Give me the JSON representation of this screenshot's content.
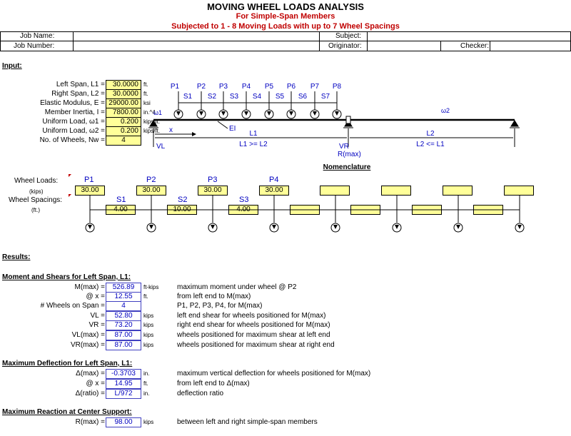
{
  "header": {
    "title": "MOVING WHEEL LOADS ANALYSIS",
    "subtitle1": "For Simple-Span Members",
    "subtitle2": "Subjected to 1 - 8 Moving Loads with up to 7 Wheel Spacings",
    "job_name_label": "Job Name:",
    "subject_label": "Subject:",
    "job_number_label": "Job Number:",
    "originator_label": "Originator:",
    "checker_label": "Checker:"
  },
  "input": {
    "heading": "Input:",
    "rows": [
      {
        "label": "Left Span, L1 =",
        "value": "30.0000",
        "unit": "ft."
      },
      {
        "label": "Right Span, L2 =",
        "value": "30.0000",
        "unit": "ft."
      },
      {
        "label": "Elastic Modulus, E =",
        "value": "29000.00",
        "unit": "ksi"
      },
      {
        "label": "Member Inertia, I =",
        "value": "7800.00",
        "unit": "in.^4"
      },
      {
        "label": "Uniform Load, ω1 =",
        "value": "0.200",
        "unit": "kips/ft."
      },
      {
        "label": "Uniform Load, ω2 =",
        "value": "0.200",
        "unit": "kips/ft."
      },
      {
        "label": "No. of Wheels, Nw =",
        "value": "4",
        "unit": ""
      }
    ]
  },
  "diagram": {
    "wheel_labels": [
      "P1",
      "P2",
      "P3",
      "P4",
      "P5",
      "P6",
      "P7",
      "P8"
    ],
    "spacing_labels": [
      "S1",
      "S2",
      "S3",
      "S4",
      "S5",
      "S6",
      "S7"
    ],
    "w1": "ω1",
    "w2": "ω2",
    "x": "x",
    "ei": "EI",
    "l1": "L1",
    "l2": "L2",
    "vl": "VL",
    "vr": "VR",
    "rmax": "R(max)",
    "l1_cond": "L1 >= L2",
    "l2_cond": "L2 <= L1",
    "nomenclature": "Nomenclature"
  },
  "wheels": {
    "loads_label": "Wheel Loads:",
    "loads_unit": "(kips)",
    "spacings_label": "Wheel Spacings:",
    "spacings_unit": "(ft.)",
    "load_names": [
      "P1",
      "P2",
      "P3",
      "P4"
    ],
    "load_values": [
      "30.00",
      "30.00",
      "30.00",
      "30.00"
    ],
    "spacing_names": [
      "S1",
      "S2",
      "S3"
    ],
    "spacing_values": [
      "4.00",
      "10.00",
      "4.00"
    ]
  },
  "results": {
    "heading": "Results:",
    "moment_heading": "Moment and Shears for Left Span, L1:",
    "moment_rows": [
      {
        "label": "M(max) =",
        "value": "526.89",
        "unit": "ft-kips",
        "desc": "maximum moment under wheel @ P2"
      },
      {
        "label": "@ x =",
        "value": "12.55",
        "unit": "ft.",
        "desc": "from left end to M(max)"
      },
      {
        "label": "# Wheels on Span =",
        "value": "4",
        "unit": "",
        "desc": "P1, P2, P3, P4,  for M(max)"
      },
      {
        "label": "VL =",
        "value": "52.80",
        "unit": "kips",
        "desc": "left end shear for wheels positioned for M(max)"
      },
      {
        "label": "VR =",
        "value": "73.20",
        "unit": "kips",
        "desc": "right end shear for wheels positioned for M(max)"
      },
      {
        "label": "VL(max) =",
        "value": "87.00",
        "unit": "kips",
        "desc": "wheels positioned for maximum shear at left end"
      },
      {
        "label": "VR(max) =",
        "value": "87.00",
        "unit": "kips",
        "desc": "wheels positioned for maximum shear at right end"
      }
    ],
    "deflection_heading": "Maximum Deflection for Left Span, L1:",
    "deflection_rows": [
      {
        "label": "Δ(max) =",
        "value": "-0.3703",
        "unit": "in.",
        "desc": "maximum vertical deflection for wheels positioned for M(max)"
      },
      {
        "label": "@ x =",
        "value": "14.95",
        "unit": "ft.",
        "desc": "from left end to Δ(max)"
      },
      {
        "label": "Δ(ratio) =",
        "value": "L/972",
        "unit": "in.",
        "desc": "deflection ratio"
      }
    ],
    "reaction_heading": "Maximum Reaction at Center Support:",
    "reaction_rows": [
      {
        "label": "R(max) =",
        "value": "98.00",
        "unit": "kips",
        "desc": "between left and right simple-span members"
      }
    ]
  }
}
